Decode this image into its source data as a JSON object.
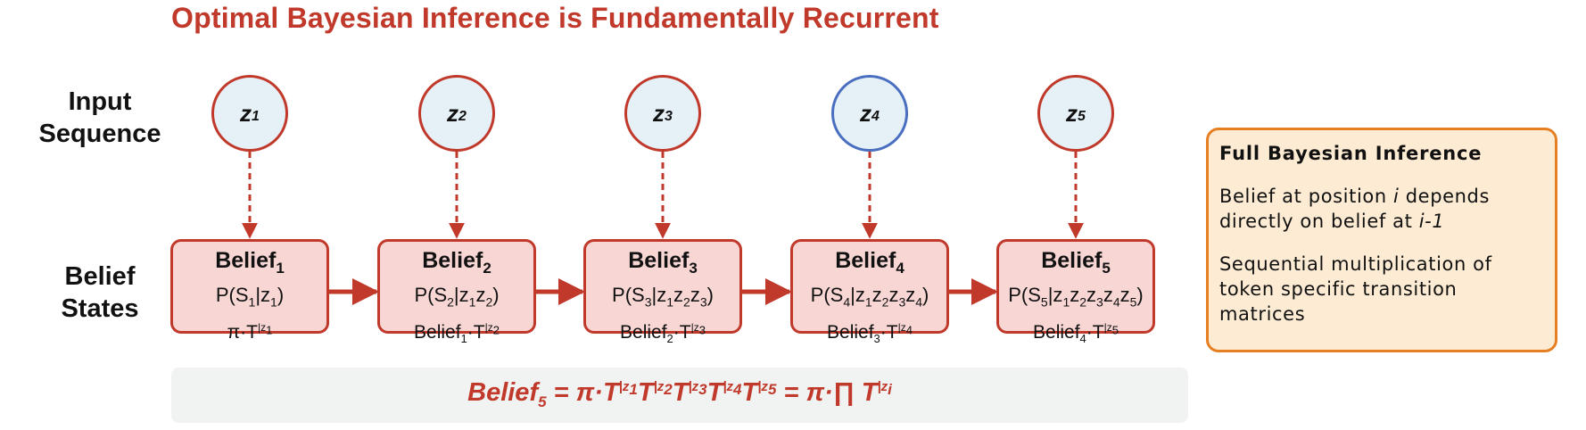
{
  "title": "Optimal Bayesian Inference is Fundamentally Recurrent",
  "row_labels": {
    "input_line1": "Input",
    "input_line2": "Sequence",
    "belief_line1": "Belief",
    "belief_line2": "States"
  },
  "inputs": [
    {
      "sym": "z",
      "sub": "1"
    },
    {
      "sym": "z",
      "sub": "2"
    },
    {
      "sym": "z",
      "sub": "3"
    },
    {
      "sym": "z",
      "sub": "4"
    },
    {
      "sym": "z",
      "sub": "5"
    }
  ],
  "beliefs": [
    {
      "name": "Belief",
      "sub": "1",
      "p_pre": "P(S",
      "p_sub": "1",
      "p_mid": "|z",
      "p_given": [
        "1"
      ],
      "p_post": ")",
      "f_pre": "π·T",
      "f_prev_sub": "",
      "f_sup_z": "|z",
      "f_sup_sub": "1"
    },
    {
      "name": "Belief",
      "sub": "2",
      "p_pre": "P(S",
      "p_sub": "2",
      "p_mid": "|z",
      "p_given": [
        "1",
        "2"
      ],
      "p_post": ")",
      "f_pre": "Belief",
      "f_prev_sub": "1",
      "f_sup_z": "|z",
      "f_sup_sub": "2"
    },
    {
      "name": "Belief",
      "sub": "3",
      "p_pre": "P(S",
      "p_sub": "3",
      "p_mid": "|z",
      "p_given": [
        "1",
        "2",
        "3"
      ],
      "p_post": ")",
      "f_pre": "Belief",
      "f_prev_sub": "2",
      "f_sup_z": "|z",
      "f_sup_sub": "3"
    },
    {
      "name": "Belief",
      "sub": "4",
      "p_pre": "P(S",
      "p_sub": "4",
      "p_mid": "|z",
      "p_given": [
        "1",
        "2",
        "3",
        "4"
      ],
      "p_post": ")",
      "f_pre": "Belief",
      "f_prev_sub": "3",
      "f_sup_z": "|z",
      "f_sup_sub": "4"
    },
    {
      "name": "Belief",
      "sub": "5",
      "p_pre": "P(S",
      "p_sub": "5",
      "p_mid": "|z",
      "p_given": [
        "1",
        "2",
        "3",
        "4",
        "5"
      ],
      "p_post": ")",
      "f_pre": "Belief",
      "f_prev_sub": "4",
      "f_sup_z": "|z",
      "f_sup_sub": "5"
    }
  ],
  "formula": {
    "lhs": "Belief",
    "lhs_sub": "5",
    "eq": " = ",
    "pi": "π·",
    "t": "T",
    "sup_prefix": "|z",
    "subs": [
      "1",
      "2",
      "3",
      "4",
      "5"
    ],
    "rhs_pi": "π·",
    "prod": "∏",
    "rhs_sup_sub": "i"
  },
  "info": {
    "heading": "Full Bayesian Inference",
    "p1_pre": "Belief at position ",
    "p1_i": "i",
    "p1_mid": " depends directly on belief at ",
    "p1_im1": "i-1",
    "p2": "Sequential multiplication of token specific transition matrices"
  },
  "colors": {
    "accent": "#c0392b",
    "node_fill": "#e6f1f7",
    "node_highlight": "#4a6fc0",
    "belief_fill": "#f7d6d4",
    "info_border": "#e67e22",
    "info_fill": "#fdebd3",
    "formula_bg": "#f1f3f2"
  }
}
